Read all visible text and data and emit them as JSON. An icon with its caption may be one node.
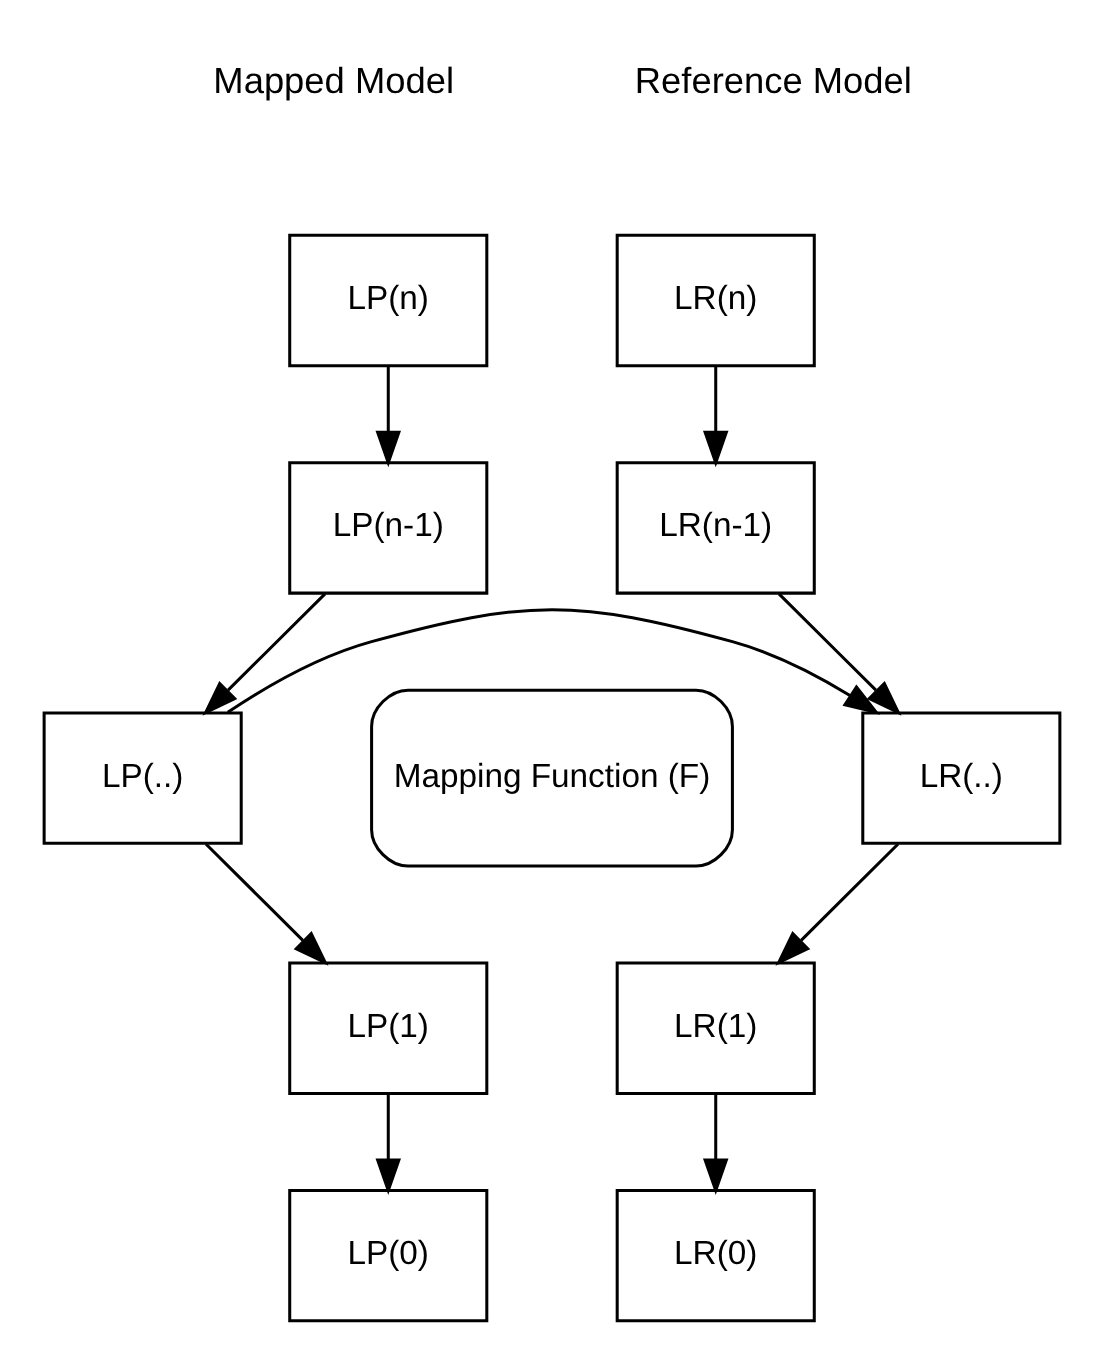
{
  "diagram": {
    "nodes": [
      {
        "text": [
          "LP(n)"
        ]
      },
      {
        "text": [
          "LP(n-1)"
        ]
      },
      {
        "text": [
          "LP(..)"
        ]
      },
      {
        "text": [
          "LP(1)"
        ]
      },
      {
        "text": [
          "LP(0)"
        ]
      },
      {
        "text": [
          "Mapping Function (F)"
        ]
      },
      {
        "text": [
          "LR(n)"
        ]
      },
      {
        "text": [
          "LR(n-1)"
        ]
      },
      {
        "text": [
          "LR(..)"
        ]
      },
      {
        "text": [
          "LR(1)"
        ]
      },
      {
        "text": [
          "LR(0)"
        ]
      }
    ],
    "edges": [
      {
        "from": 0,
        "to": 1,
        "arrow": "to"
      },
      {
        "from": 1,
        "to": 2,
        "arrow": "to"
      },
      {
        "from": 2,
        "to": 3,
        "arrow": "to"
      },
      {
        "from": 3,
        "to": 4,
        "arrow": "to"
      },
      {
        "from": 6,
        "to": 7,
        "arrow": "to"
      },
      {
        "from": 7,
        "to": 8,
        "arrow": "to"
      },
      {
        "from": 8,
        "to": 9,
        "arrow": "to"
      },
      {
        "from": 9,
        "to": 10,
        "arrow": "to"
      },
      {
        "from": 2,
        "to": 8,
        "arrow": "to"
      }
    ],
    "labels": [
      "Mapped Model",
      "Reference Model"
    ]
  }
}
